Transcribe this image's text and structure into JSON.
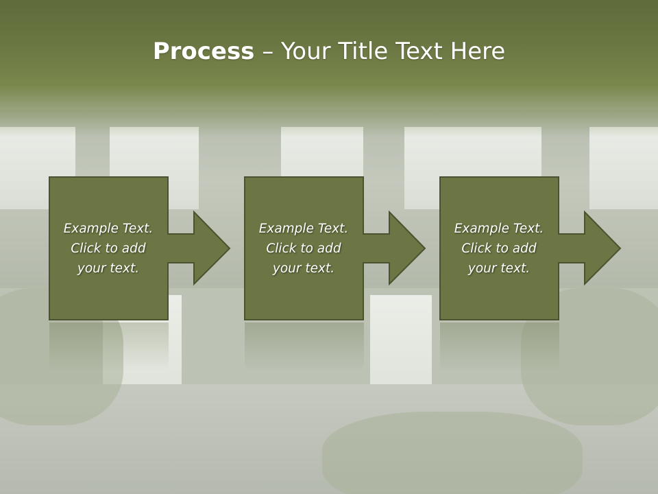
{
  "slide": {
    "title_bold": "Process",
    "title_rest": " – Your Title Text Here"
  },
  "steps": [
    {
      "text": "Example Text.\nClick  to add\nyour text."
    },
    {
      "text": "Example Text.\nClick  to add\nyour text."
    },
    {
      "text": "Example Text.\nClick  to add\nyour text."
    }
  ],
  "colors": {
    "header": "#6b7843",
    "box_fill": "#6b7644",
    "box_border": "#4a5230",
    "text": "#ffffff"
  }
}
